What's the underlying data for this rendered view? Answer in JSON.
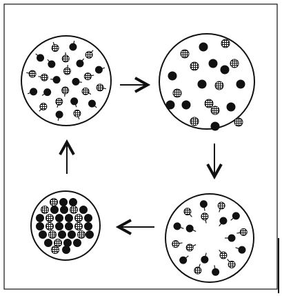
{
  "diagram": {
    "stages": [
      {
        "id": "top-left",
        "state": "particles with outward tails (condensed)"
      },
      {
        "id": "top-right",
        "state": "dispersed particles"
      },
      {
        "id": "bottom-right",
        "state": "particles with inward tails"
      },
      {
        "id": "bottom-left",
        "state": "compact dense cluster"
      }
    ],
    "colors": {
      "ink": "#111111",
      "paper": "#ffffff",
      "hatched": "#9a9a9a"
    },
    "arrows": [
      {
        "from": "top-left",
        "to": "top-right",
        "direction": "right"
      },
      {
        "from": "top-right",
        "to": "bottom-right",
        "direction": "down"
      },
      {
        "from": "bottom-right",
        "to": "bottom-left",
        "direction": "left"
      },
      {
        "from": "bottom-left",
        "to": "top-left",
        "direction": "up"
      }
    ]
  }
}
